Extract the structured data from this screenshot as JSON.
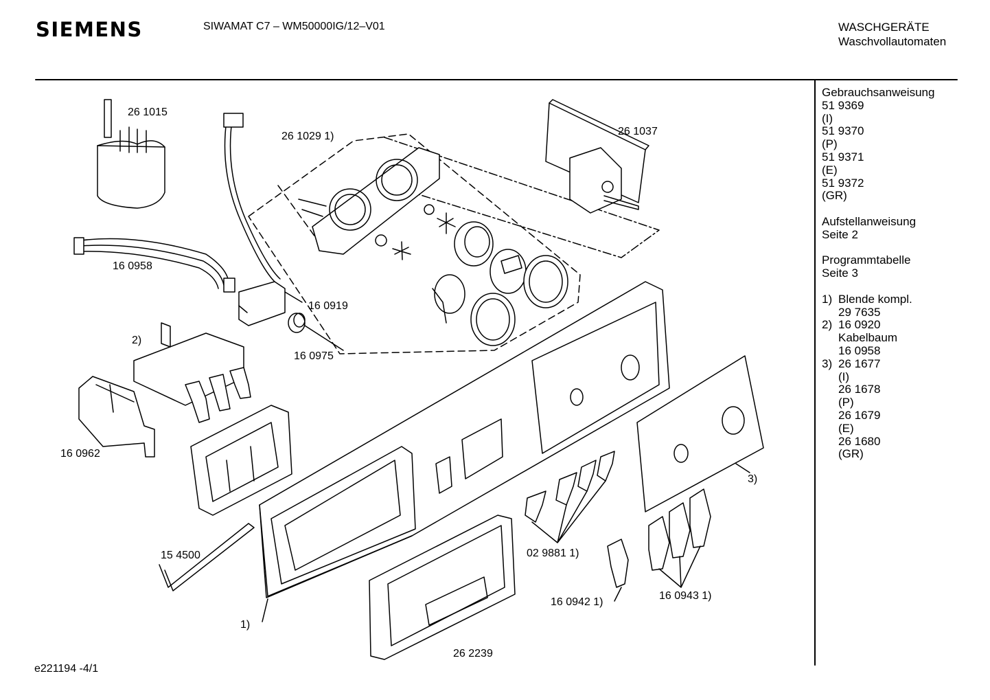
{
  "header": {
    "brand": "SIEMENS",
    "model": "SIWAMAT C7 – WM50000IG/12–V01",
    "category": "WASCHGERÄTE",
    "subcategory": "Waschvollautomaten"
  },
  "sidebar": {
    "manual_title": "Gebrauchsanweisung",
    "manuals": [
      {
        "code": "51 9369",
        "lang": "(I)"
      },
      {
        "code": "51 9370",
        "lang": "(P)"
      },
      {
        "code": "51 9371",
        "lang": "(E)"
      },
      {
        "code": "51 9372",
        "lang": "(GR)"
      }
    ],
    "install_title": "Aufstellanweisung",
    "install_page": "Seite 2",
    "program_title": "Programmtabelle",
    "program_page": "Seite 3",
    "notes": {
      "n1_label": "1)",
      "n1_text": "Blende kompl.",
      "n1_code": "29 7635",
      "n2_label": "2)",
      "n2_code": "16 0920",
      "n2_text": "Kabelbaum",
      "n2_code2": "16 0958",
      "n3_label": "3)",
      "n3_items": [
        "26 1677",
        "(I)",
        "26 1678",
        "(P)",
        "26 1679",
        "(E)",
        "26 1680",
        "(GR)"
      ]
    }
  },
  "parts": {
    "p261015": "26 1015",
    "p261029": "26 1029 1)",
    "p261037": "26 1037",
    "p160958": "16 0958",
    "p160919": "16 0919",
    "p160975": "16 0975",
    "p2": "2)",
    "p160962": "16 0962",
    "p154500": "15 4500",
    "p1": "1)",
    "p262239": "26 2239",
    "p029881": "02 9881 1)",
    "p160942": "16 0942 1)",
    "p160943": "16 0943 1)",
    "p3": "3)"
  },
  "footer": {
    "ref": "e221194 -4/1"
  }
}
